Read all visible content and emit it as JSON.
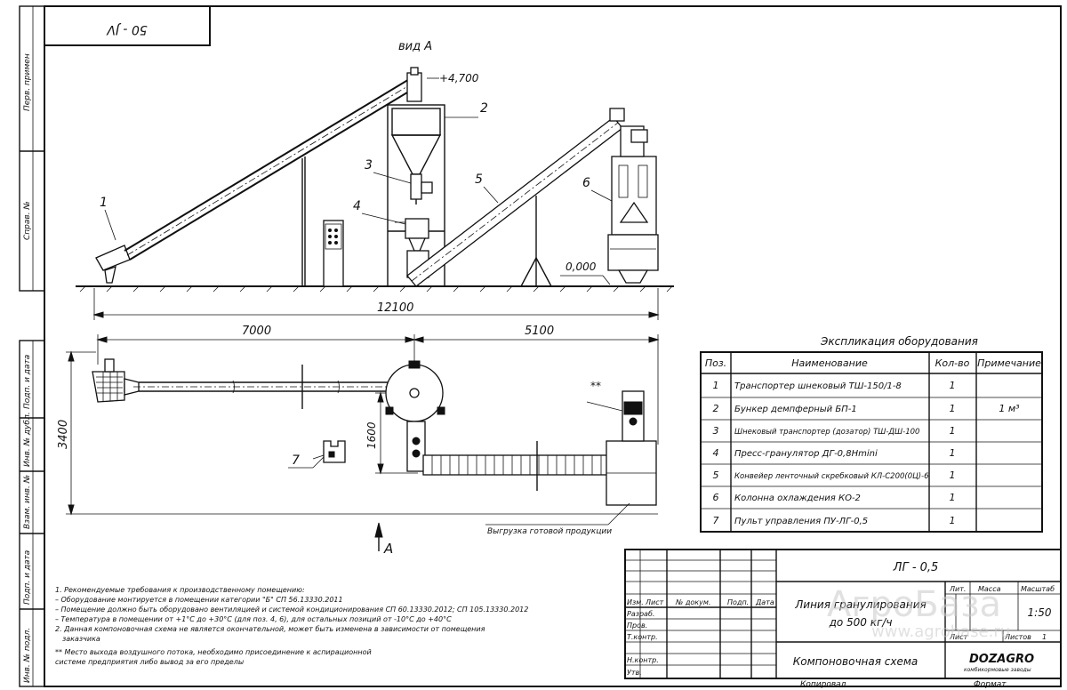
{
  "doc_code_box": "50 - JV",
  "view_label": "вид А",
  "elevation_top": "+4,700",
  "elevation_zero": "0,000",
  "callouts": [
    "1",
    "2",
    "3",
    "4",
    "5",
    "6"
  ],
  "callout_7": "7",
  "dim_total": "12100",
  "dim_left": "7000",
  "dim_right": "5100",
  "dim_height": "3400",
  "dim_1600": "1600",
  "stars": "**",
  "arrow_label": "А",
  "unload_label": "Выгрузка готовой продукции",
  "side_labels": {
    "s1": "Перв. примен",
    "s2": "Справ. №",
    "s3": "Подп. и дата",
    "s4": "Инв. № дубл.",
    "s5": "Взам. инв. №",
    "s6": "Подп. и дата",
    "s7": "Инв. № подл."
  },
  "table": {
    "title": "Экспликация оборудования",
    "headers": [
      "Поз.",
      "Наименование",
      "Кол-во",
      "Примечание"
    ],
    "rows": [
      {
        "pos": "1",
        "name": "Транспортер шнековый ТШ-150/1-8",
        "qty": "1",
        "note": ""
      },
      {
        "pos": "2",
        "name": "Бункер демпферный БП-1",
        "qty": "1",
        "note": "1 м³"
      },
      {
        "pos": "3",
        "name": "Шнековый транспортер (дозатор) ТШ-ДШ-100",
        "qty": "1",
        "note": ""
      },
      {
        "pos": "4",
        "name": "Пресс-гранулятор ДГ-0,8Hmini",
        "qty": "1",
        "note": ""
      },
      {
        "pos": "5",
        "name": "Конвейер ленточный скребковый КЛ-С200(0Ц)-6",
        "qty": "1",
        "note": ""
      },
      {
        "pos": "6",
        "name": "Колонна охлаждения КО-2",
        "qty": "1",
        "note": ""
      },
      {
        "pos": "7",
        "name": "Пульт управления ПУ-ЛГ-0,5",
        "qty": "1",
        "note": ""
      }
    ]
  },
  "notes": [
    "1. Рекомендуемые требования к производственному помещению:",
    "– Оборудование монтируется в помещении категории \"Б\" СП 56.13330.2011",
    "– Помещение должно быть оборудовано вентиляцией и системой кондиционирования СП 60.13330.2012; СП 105.13330.2012",
    "– Температура в помещении от +1°С до +30°С (для поз. 4, 6), для остальных позиций от -10°С до +40°С",
    "2. Данная компоновочная схема не является окончательной, может быть изменена в зависимости от помещения",
    "заказчика",
    "** Место выхода воздушного потока, необходимо присоединение к аспирационной",
    "системе предприятия либо вывод за его пределы"
  ],
  "title_block": {
    "code": "ЛГ - 0,5",
    "name_line1": "Линия гранулирования",
    "name_line2": "до 500 кг/ч",
    "sheet_name": "Компоновочная схема",
    "row_labels": [
      "Изм.",
      "Лист",
      "№ докум.",
      "Подп.",
      "Дата"
    ],
    "roles": [
      "Разраб.",
      "Пров.",
      "Т.контр.",
      "Н.контр.",
      "Утв."
    ],
    "lit": "Лит.",
    "mass": "Масса",
    "scale": "Масштаб",
    "scale_value": "1:50",
    "sheet": "Лист",
    "sheets": "Листов",
    "sheets_value": "1",
    "copied": "Копировал",
    "format": "Формат",
    "logo_main": "DOZAGRO",
    "logo_sub": "комбикормовые заводы"
  },
  "watermark": {
    "line1": "АгроБаза",
    "line2": "www.agrobase.ru"
  }
}
